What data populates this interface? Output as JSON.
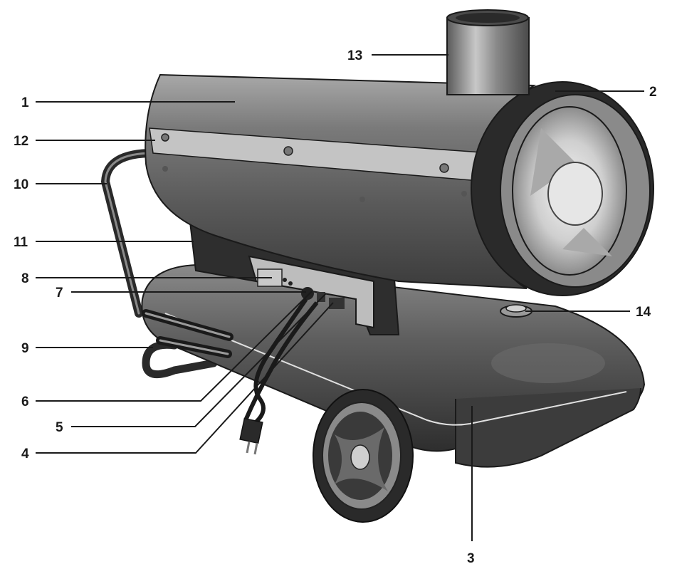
{
  "figure": {
    "callouts": [
      {
        "id": "c1",
        "label": "1"
      },
      {
        "id": "c2",
        "label": "2"
      },
      {
        "id": "c3",
        "label": "3"
      },
      {
        "id": "c4",
        "label": "4"
      },
      {
        "id": "c5",
        "label": "5"
      },
      {
        "id": "c6",
        "label": "6"
      },
      {
        "id": "c7",
        "label": "7"
      },
      {
        "id": "c8",
        "label": "8"
      },
      {
        "id": "c9",
        "label": "9"
      },
      {
        "id": "c10",
        "label": "10"
      },
      {
        "id": "c11",
        "label": "11"
      },
      {
        "id": "c12",
        "label": "12"
      },
      {
        "id": "c13",
        "label": "13"
      },
      {
        "id": "c14",
        "label": "14"
      }
    ]
  },
  "colors": {
    "ink": "#1a1a1a",
    "body_dark": "#3a3a3a",
    "body_mid": "#6e6e6e",
    "body_light": "#b4b4b4",
    "chrome": "#d8d8d8"
  }
}
